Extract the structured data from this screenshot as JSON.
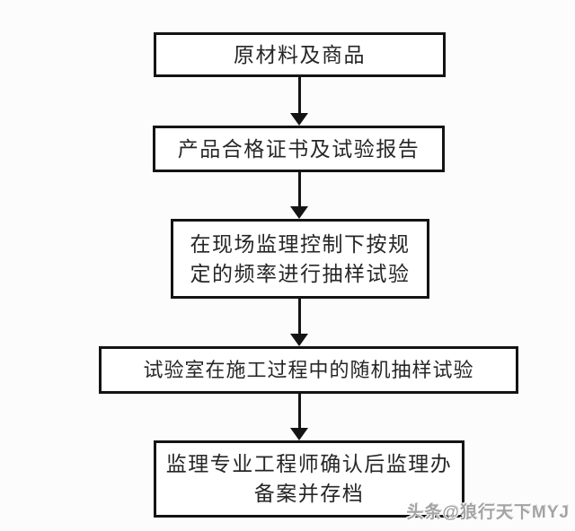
{
  "page": {
    "background_color": "#fcfcfc",
    "box_border_color": "#141414",
    "box_fill_color": "#ffffff",
    "text_color": "#262626",
    "watermark_color": "#a3a3a3"
  },
  "flowchart": {
    "direction": "top-to-bottom",
    "nodes": [
      {
        "id": "node-1",
        "lines": [
          "原材料及商品"
        ]
      },
      {
        "id": "node-2",
        "lines": [
          "产品合格证书及试验报告"
        ]
      },
      {
        "id": "node-3",
        "lines": [
          "在现场监理控制下按规",
          "定的频率进行抽样试验"
        ]
      },
      {
        "id": "node-4",
        "lines": [
          "试验室在施工过程中的随机抽样试验"
        ]
      },
      {
        "id": "node-5",
        "lines": [
          "监理专业工程师确认后监理办",
          "备案并存档"
        ]
      }
    ],
    "edges": [
      {
        "from": "node-1",
        "to": "node-2",
        "type": "arrow-down"
      },
      {
        "from": "node-2",
        "to": "node-3",
        "type": "arrow-down"
      },
      {
        "from": "node-3",
        "to": "node-4",
        "type": "arrow-down"
      },
      {
        "from": "node-4",
        "to": "node-5",
        "type": "arrow-down"
      }
    ]
  },
  "watermark": {
    "text": "头条@狼行天下MYJ"
  }
}
